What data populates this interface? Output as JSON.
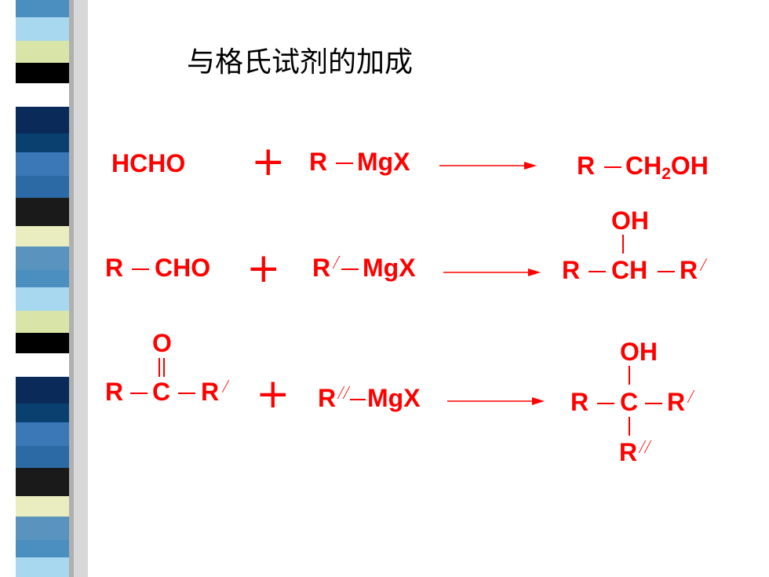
{
  "title": "与格氏试剂的加成",
  "colors": {
    "reaction": "#ff0000",
    "title": "#000000"
  },
  "reactions": [
    {
      "reactant": "HCHO",
      "plus": "+",
      "reagent": {
        "r": "R",
        "mgx": "MgX"
      },
      "product": {
        "r": "R",
        "ch": "CH",
        "sub": "2",
        "oh": "OH"
      }
    },
    {
      "reactant": {
        "r": "R",
        "cho": "CHO"
      },
      "plus": "+",
      "reagent": {
        "r": "R",
        "mgx": "MgX"
      },
      "product": {
        "oh": "OH",
        "r": "R",
        "ch": "CH",
        "r2": "R"
      }
    },
    {
      "reactant": {
        "o": "O",
        "r": "R",
        "c": "C",
        "r2": "R"
      },
      "plus": "+",
      "reagent": {
        "r": "R",
        "mgx": "MgX"
      },
      "product": {
        "oh": "OH",
        "r": "R",
        "c": "C",
        "r2": "R",
        "r3": "R"
      }
    }
  ]
}
